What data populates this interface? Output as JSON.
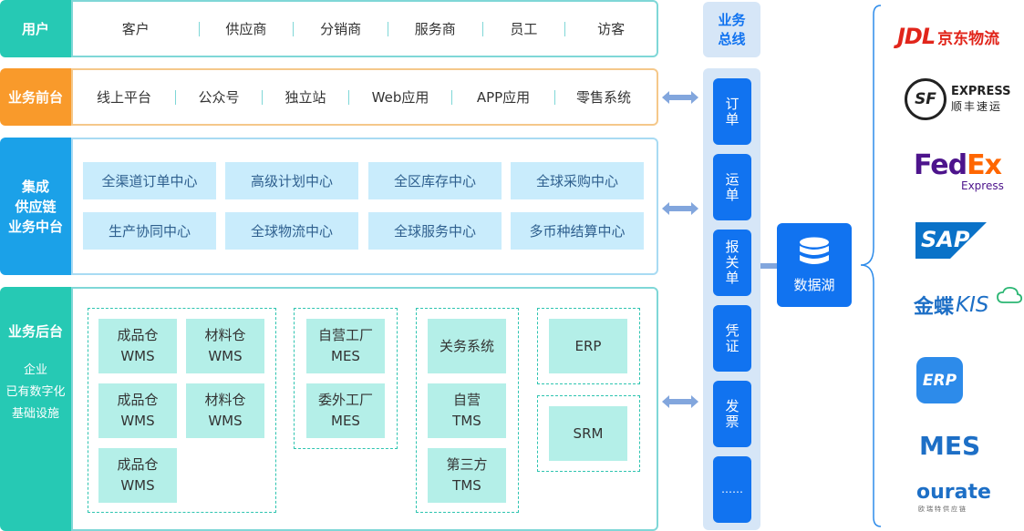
{
  "rows": {
    "users": {
      "label": "用户",
      "items": [
        "客户",
        "供应商",
        "分销商",
        "服务商",
        "员工",
        "访客"
      ]
    },
    "front": {
      "label": "业务前台",
      "items": [
        "线上平台",
        "公众号",
        "独立站",
        "Web应用",
        "APP应用",
        "零售系统"
      ]
    },
    "middle": {
      "label_lines": [
        "集成",
        "供应链",
        "业务中台"
      ],
      "chips": [
        "全渠道订单中心",
        "高级计划中心",
        "全区库存中心",
        "全球采购中心",
        "生产协同中心",
        "全球物流中心",
        "全球服务中心",
        "多币种结算中心"
      ]
    },
    "back": {
      "label": "业务后台",
      "sub_lines": [
        "企业",
        "已有数字化",
        "基础设施"
      ],
      "wms": [
        [
          "成品仓",
          "WMS"
        ],
        [
          "材料仓",
          "WMS"
        ],
        [
          "成品仓",
          "WMS"
        ],
        [
          "材料仓",
          "WMS"
        ],
        [
          "成品仓",
          "WMS"
        ]
      ],
      "mes": [
        [
          "自营工厂",
          "MES"
        ],
        [
          "委外工厂",
          "MES"
        ]
      ],
      "tms": [
        [
          "关务系统"
        ],
        [
          "自营",
          "TMS"
        ],
        [
          "第三方",
          "TMS"
        ]
      ],
      "erp": "ERP",
      "srm": "SRM"
    }
  },
  "bus": {
    "title_lines": [
      "业务",
      "总线"
    ],
    "buttons": [
      [
        "订",
        "单"
      ],
      [
        "运",
        "单"
      ],
      [
        "报",
        "关",
        "单"
      ],
      [
        "凭",
        "证"
      ],
      [
        "发",
        "票"
      ],
      [
        "……"
      ]
    ]
  },
  "datalake": {
    "label": "数据湖",
    "icon": "database-icon"
  },
  "partners": {
    "jdl": {
      "mark": "JDL",
      "text": "京东物流"
    },
    "sf": {
      "mark": "SF",
      "line1": "EXPRESS",
      "line2": "顺丰速运"
    },
    "fedex": {
      "fed": "Fed",
      "ex": "Ex",
      "sub": "Express"
    },
    "sap": "SAP",
    "kis": {
      "cn": "金蝶",
      "en": "KIS"
    },
    "erp": "ERP",
    "mes": "MES",
    "ourate": {
      "name": "ourate",
      "sub": "欧瑞特供应链"
    }
  },
  "colors": {
    "teal": "#26c9b4",
    "orange": "#f99a2b",
    "blue": "#1ba1e8",
    "bus_blue": "#1173f0",
    "bus_bg": "#d6e6f7",
    "arrow": "#82a6dd",
    "jd_red": "#e1251b",
    "fedex_purple": "#4d148c",
    "fedex_orange": "#ff6600",
    "sap_blue": "#0a72c8",
    "erp_blue": "#2d8bea",
    "mes_blue": "#1d6fc6"
  }
}
